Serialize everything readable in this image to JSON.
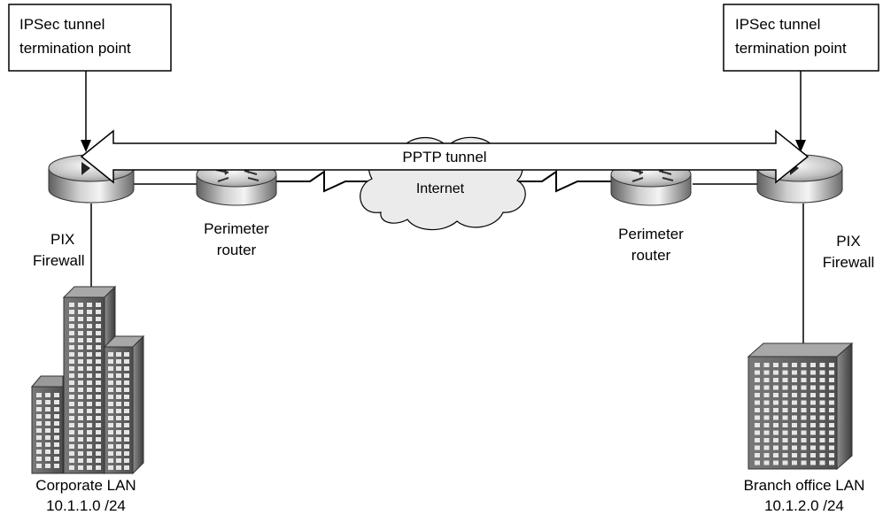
{
  "callouts": {
    "left": {
      "line1": "IPSec tunnel",
      "line2": "termination point"
    },
    "right": {
      "line1": "IPSec tunnel",
      "line2": "termination point"
    }
  },
  "tunnel": {
    "label": "PPTP tunnel"
  },
  "internet": {
    "label": "Internet"
  },
  "firewalls": {
    "left": {
      "line1": "PIX",
      "line2": "Firewall"
    },
    "right": {
      "line1": "PIX",
      "line2": "Firewall"
    }
  },
  "routers": {
    "left": {
      "line1": "Perimeter",
      "line2": "router"
    },
    "right": {
      "line1": "Perimeter",
      "line2": "router"
    }
  },
  "lans": {
    "corporate": {
      "line1": "Corporate LAN",
      "line2": "10.1.1.0 /24"
    },
    "branch": {
      "line1": "Branch office LAN",
      "line2": "10.1.2.0 /24"
    }
  }
}
